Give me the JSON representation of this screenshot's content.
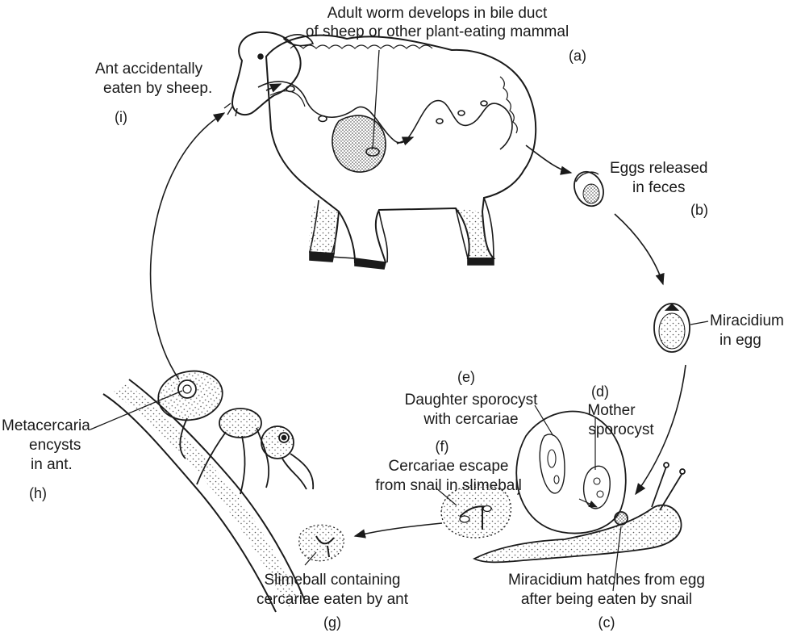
{
  "labels": {
    "a": {
      "line1": "Adult worm develops in bile duct",
      "line2": "of sheep or other plant-eating mammal",
      "tag": "(a)"
    },
    "b": {
      "line1": "Eggs released",
      "line2": "in feces",
      "tag": "(b)"
    },
    "miracidium_egg": {
      "line1": "Miracidium",
      "line2": "in egg"
    },
    "c": {
      "line1": "Miracidium hatches from egg",
      "line2": "after being eaten by snail",
      "tag": "(c)"
    },
    "d": {
      "tag": "(d)",
      "line1": "Mother",
      "line2": "sporocyst"
    },
    "e": {
      "tag": "(e)",
      "line1": "Daughter sporocyst",
      "line2": "with cercariae"
    },
    "f": {
      "tag": "(f)",
      "line1": "Cercariae escape",
      "line2": "from snail in slimeball"
    },
    "g": {
      "line1": "Slimeball containing",
      "line2": "cercariae eaten by ant",
      "tag": "(g)"
    },
    "h": {
      "line1": "Metacercaria",
      "line2": "encysts",
      "line3": "in ant.",
      "tag": "(h)"
    },
    "i": {
      "line1": "Ant accidentally",
      "line2": "eaten by sheep.",
      "tag": "(i)"
    }
  },
  "colors": {
    "ink": "#1a1a1a",
    "stipple": "#555555",
    "paper": "#ffffff"
  },
  "icons": [
    "sheep-illustration",
    "egg-icon",
    "miracidium-egg-icon",
    "snail-illustration",
    "slimeball-icon",
    "ant-illustration",
    "grass-blade-illustration"
  ]
}
